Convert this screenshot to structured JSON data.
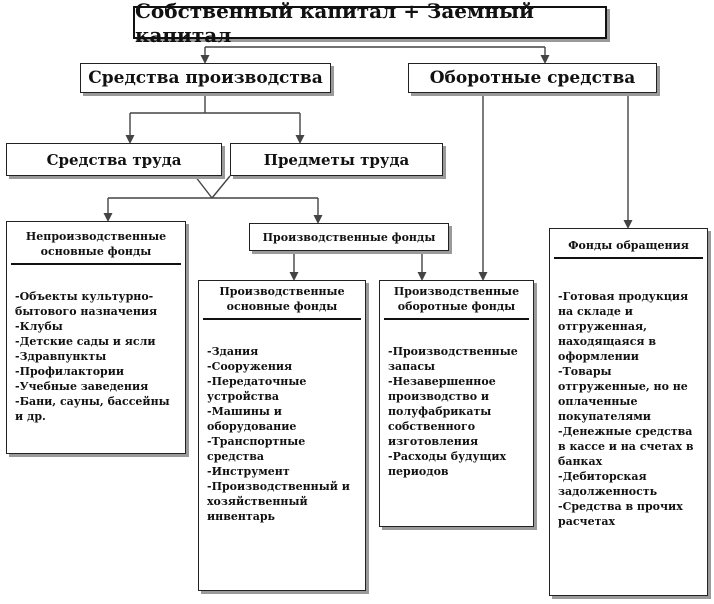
{
  "top": "Собственный капитал + Заемный капитал",
  "production_means": "Средства производства",
  "working_capital": "Оборотные средства",
  "labor_means": "Средства труда",
  "labor_objects": "Предметы труда",
  "production_funds": "Производственные фонды",
  "nonproduction": {
    "title": "Непроизводственные основные фонды",
    "items": [
      "-Объекты культурно-бытового назначения",
      "-Клубы",
      "-Детские сады и ясли",
      "-Здравпункты",
      "-Профилактории",
      "-Учебные заведения",
      "-Бани, сауны, бассейны и др."
    ]
  },
  "fixed_assets": {
    "title": "Производственные основные фонды",
    "items": [
      "-Здания",
      "-Сооружения",
      "-Передаточные устройства",
      "-Машины и оборудование",
      "-Транспортные средства",
      "-Инструмент",
      "-Производственный и хозяйственный инвентарь"
    ]
  },
  "current_assets": {
    "title": "Производственные оборотные фонды",
    "items": [
      "-Производственные запасы",
      "-Незавершенное производство и полуфабрикаты собственного изготовления",
      "-Расходы будущих периодов"
    ]
  },
  "circulation": {
    "title": "Фонды обращения",
    "items": [
      "-Готовая продукция на складе и отгруженная, находящаяся в оформлении",
      "-Товары отгруженные, но не оплаченные покупателями",
      "-Денежные средства в кассе и на счетах в банках",
      "-Дебиторская задолженность",
      "-Средства в прочих расчетах"
    ]
  }
}
